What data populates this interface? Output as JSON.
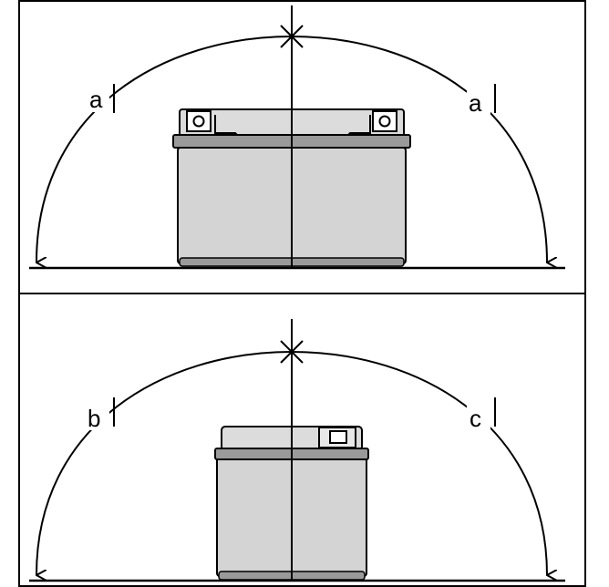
{
  "colors": {
    "line": "#000000",
    "battery_body": "#d4d4d4",
    "battery_band": "#9a9a9a",
    "background": "#ffffff"
  },
  "top_panel": {
    "label_left": "a",
    "label_right": "a"
  },
  "bottom_panel": {
    "label_left": "b",
    "label_right": "c"
  }
}
